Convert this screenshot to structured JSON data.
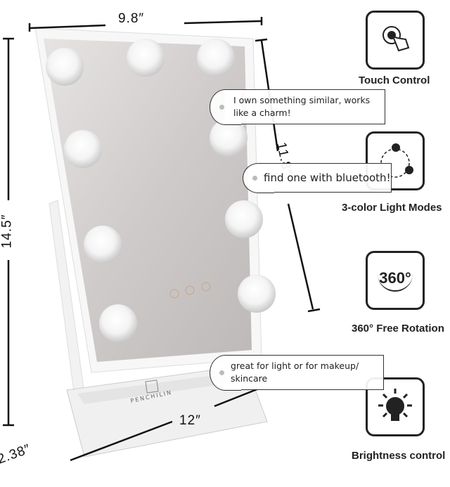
{
  "dimensions": {
    "width_top": "9.8″",
    "height_mirror": "11.8″",
    "height_total": "14.5″",
    "base_width": "12″",
    "depth": "2.38″"
  },
  "brand": "PENCHILIN",
  "features": [
    {
      "label": "Touch Control",
      "icon": "touch-hand-icon"
    },
    {
      "label": "3-color Light Modes",
      "icon": "three-bulbs-cycle-icon"
    },
    {
      "label": "360° Free Rotation",
      "icon": "rotate-360-icon",
      "icon_text": "360°"
    },
    {
      "label": "Brightness control",
      "icon": "lightbulb-icon"
    }
  ],
  "comments": [
    {
      "text": "I own something similar, works like a charm!"
    },
    {
      "text": "find one with bluetooth!"
    },
    {
      "text": "great for light or for makeup/ skincare"
    }
  ]
}
